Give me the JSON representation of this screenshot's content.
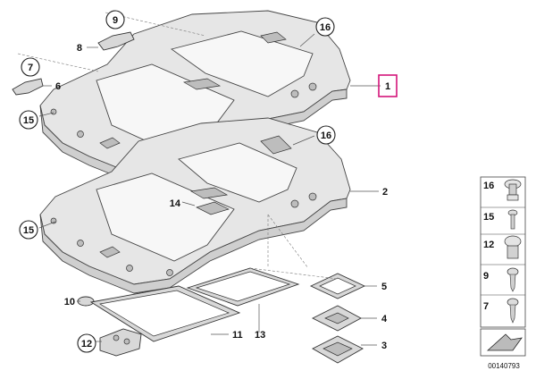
{
  "diagram": {
    "callouts": {
      "c1": "1",
      "c2": "2",
      "c3": "3",
      "c4": "4",
      "c5": "5",
      "c6": "6",
      "c7": "7",
      "c8": "8",
      "c9": "9",
      "c10": "10",
      "c11": "11",
      "c12": "12",
      "c13": "13",
      "c14": "14",
      "c15a": "15",
      "c15b": "15",
      "c16a": "16",
      "c16b": "16"
    },
    "highlighted_part": "1",
    "highlight_color": "#d4147a",
    "legend": {
      "items": [
        "16",
        "15",
        "12",
        "9",
        "7"
      ]
    },
    "diagram_id": "00140793"
  }
}
